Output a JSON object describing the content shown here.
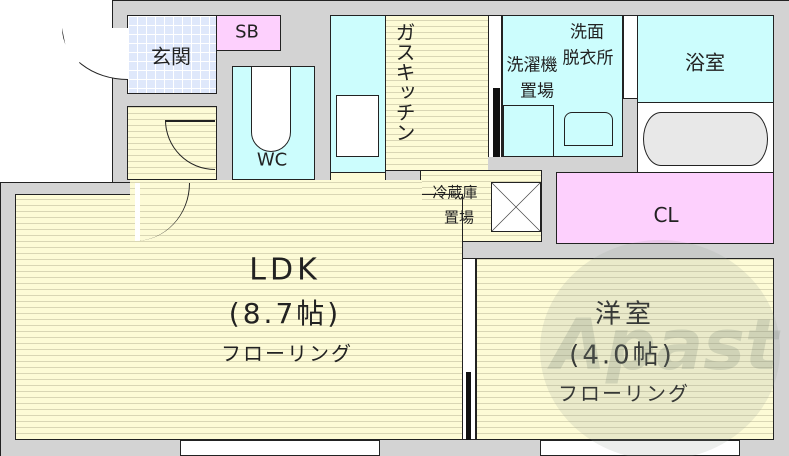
{
  "rooms": {
    "genkan": "玄関",
    "sb": "SB",
    "wc": "WC",
    "kitchen": "ガスキッチン",
    "laundry_line1": "洗濯機",
    "laundry_line2": "置場",
    "washroom_line1": "洗面",
    "washroom_line2": "脱衣所",
    "bath": "浴室",
    "fridge_line1": "冷蔵庫",
    "fridge_line2": "置場",
    "closet": "CL",
    "ldk_name": "LDK",
    "ldk_size": "(8.7帖)",
    "ldk_floor": "フローリング",
    "western_name": "洋室",
    "western_size": "(4.0帖)",
    "western_floor": "フローリング"
  },
  "watermark": "Apast",
  "colors": {
    "wall": "#d3d3d3",
    "floor": "#fdfbd6",
    "wet": "#ccfdfd",
    "storage": "#fdd0fd",
    "entry": "#dfe8fb"
  }
}
